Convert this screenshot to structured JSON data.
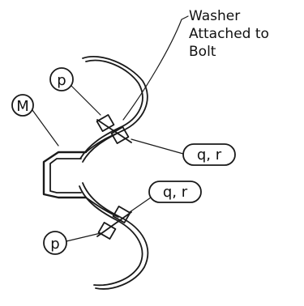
{
  "note": {
    "lines": [
      "Washer",
      "Attached to",
      "Bolt"
    ]
  },
  "callouts": {
    "m": "M",
    "p_upper": "p",
    "p_lower": "p",
    "qr_upper": "q, r",
    "qr_lower": "q, r"
  }
}
